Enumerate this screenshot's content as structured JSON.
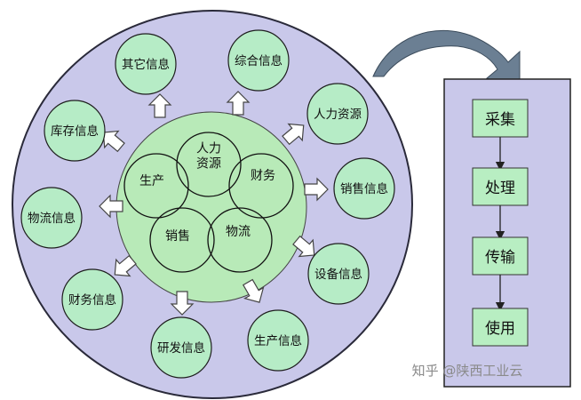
{
  "colors": {
    "outer_fill": "#c9c8ea",
    "outer_stroke": "#2a2a3a",
    "inner_fill": "#b8eab8",
    "node_fill": "#b6ecc6",
    "node_stroke": "#1e1e1e",
    "process_fill": "#b8eec2",
    "arrow_fill": "#ffffff",
    "arrow_stroke": "#444444",
    "curve_fill": "#6b7f93"
  },
  "inner_core": {
    "items": [
      {
        "label": "人力\n资源"
      },
      {
        "label": "生产"
      },
      {
        "label": "财务"
      },
      {
        "label": "销售"
      },
      {
        "label": "物流"
      }
    ]
  },
  "outer_nodes": [
    {
      "label": "其它信息"
    },
    {
      "label": "综合信息"
    },
    {
      "label": "人力资源"
    },
    {
      "label": "库存信息"
    },
    {
      "label": "销售信息"
    },
    {
      "label": "物流信息"
    },
    {
      "label": "设备信息"
    },
    {
      "label": "财务信息"
    },
    {
      "label": "研发信息"
    },
    {
      "label": "生产信息"
    }
  ],
  "process": {
    "steps": [
      {
        "label": "采集"
      },
      {
        "label": "处理"
      },
      {
        "label": "传输"
      },
      {
        "label": "使用"
      }
    ]
  },
  "watermark": "知乎 @陕西工业云"
}
